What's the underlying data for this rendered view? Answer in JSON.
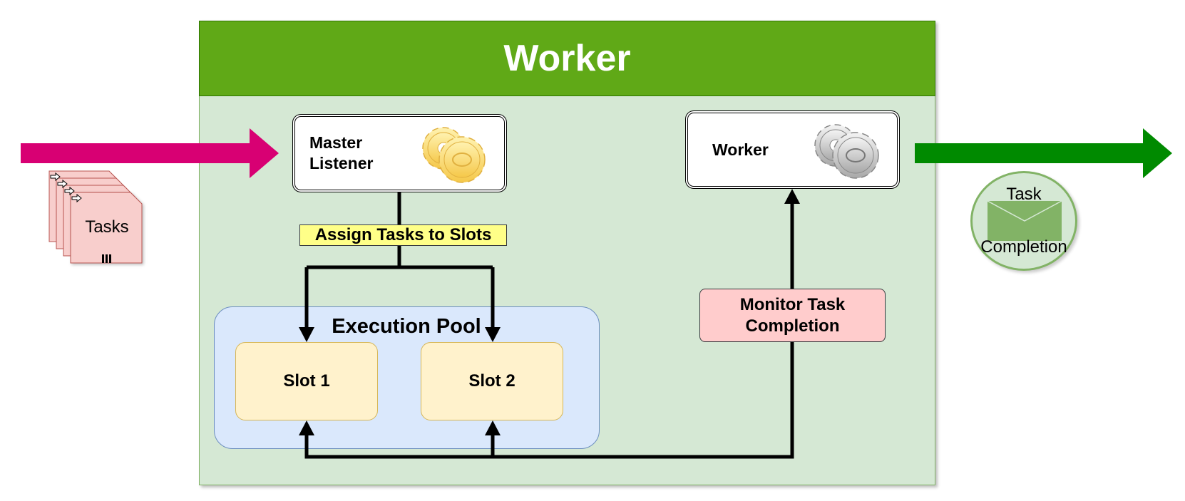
{
  "header": {
    "title": "Worker"
  },
  "master_listener": {
    "label": "Master\nListener"
  },
  "worker_component": {
    "label": "Worker"
  },
  "assign_label": "Assign Tasks to Slots",
  "execution_pool": {
    "title": "Execution Pool",
    "slots": [
      "Slot 1",
      "Slot 2"
    ]
  },
  "monitor_label": "Monitor Task\nCompletion",
  "tasks": {
    "label": "Tasks"
  },
  "task_completion": {
    "top": "Task",
    "bottom": "Completion"
  },
  "colors": {
    "header": "#60a917",
    "container": "#d5e8d4",
    "input_arrow": "#d80073",
    "output_arrow": "#008a00",
    "assign_fill": "#ffff88",
    "pool_fill": "#dae8fc",
    "slot_fill": "#fff2cc",
    "monitor_fill": "#ffcccc",
    "task_fill": "#f8cecc"
  },
  "icons": [
    "gear-yellow-icon",
    "gear-gray-icon",
    "envelope-icon",
    "page-arrow-icon",
    "parallel-marker-icon"
  ]
}
